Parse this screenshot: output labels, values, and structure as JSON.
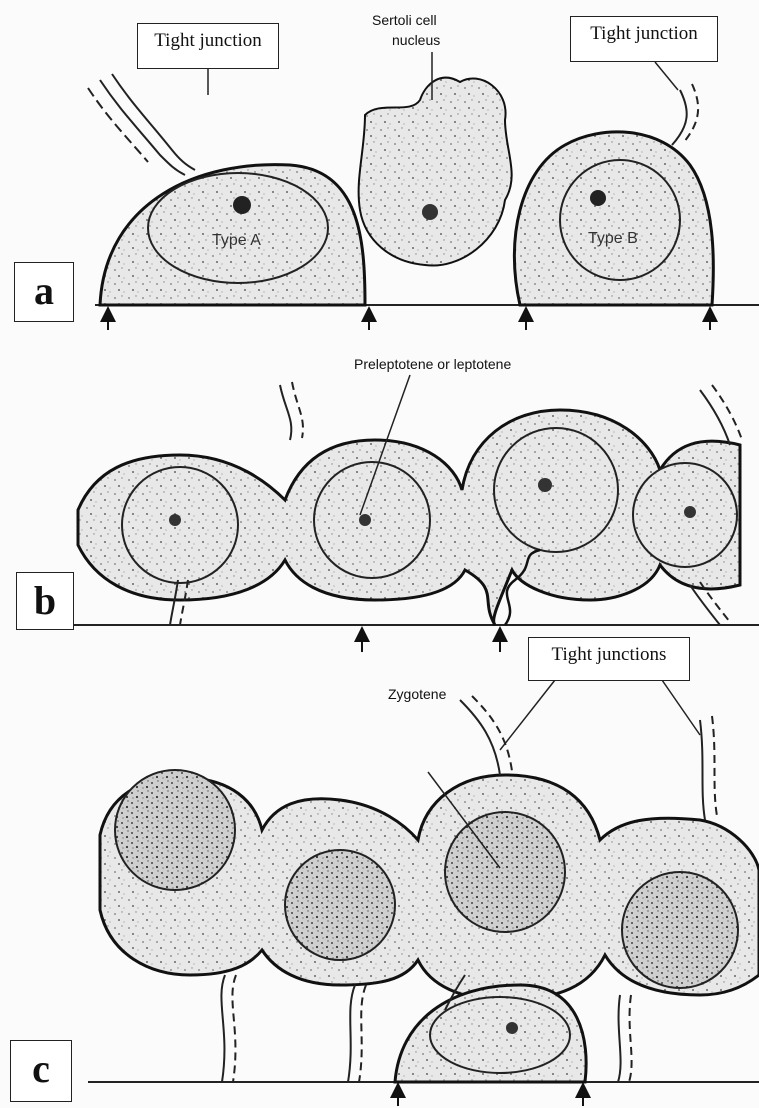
{
  "labels": {
    "tight_junction_left": "Tight junction",
    "tight_junction_right": "Tight junction",
    "sertoli_nucleus_line1": "Sertoli cell",
    "sertoli_nucleus_line2": "nucleus",
    "type_a": "Type A",
    "type_b": "Type B",
    "preleptotene": "Preleptotene or leptotene",
    "zygotene": "Zygotene",
    "tight_junctions": "Tight junctions"
  },
  "panels": {
    "a": "a",
    "b": "b",
    "c": "c"
  },
  "colors": {
    "ink": "#1a1a1a",
    "cytoplasm": "#e6e6e6",
    "nucleus": "#d2d2d2",
    "background": "#fbfbfb"
  }
}
